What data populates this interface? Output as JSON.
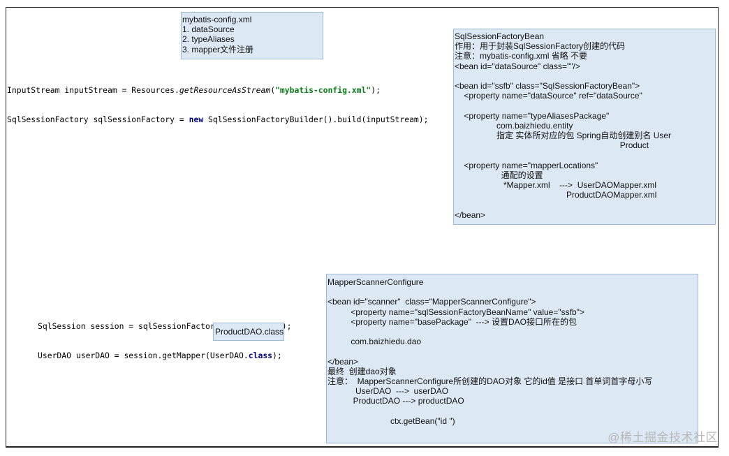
{
  "mybatis_note": {
    "lines": [
      "mybatis-config.xml",
      "1. dataSource",
      "2. typeAliases",
      "3. mapper文件注册"
    ]
  },
  "code_top": {
    "line1": {
      "prefix": "InputStream inputStream = Resources.",
      "method": "getResourceAsStream",
      "open": "(",
      "string": "\"mybatis-config.xml\"",
      "close": ");"
    },
    "line2": {
      "prefix": "SqlSessionFactory sqlSessionFactory = ",
      "keyword": "new",
      "suffix": " SqlSessionFactoryBuilder().build(inputStream);"
    }
  },
  "ssfb_note": {
    "lines": [
      "SqlSessionFactoryBean",
      "作用：用于封装SqlSessionFactory创建的代码",
      "注意：mybatis-config.xml 省略 不要",
      "<bean id=\"dataSource\" class=\"\"/>",
      "",
      "<bean id=\"ssfb\" class=\"SqlSessionFactoryBean\">",
      "    <property name=\"dataSource\" ref=\"dataSource\"",
      "",
      "    <property name=\"typeAliasesPackage\"",
      "                  com.baizhiedu.entity",
      "                  指定 实体所对应的包 Spring自动创建别名 User",
      "                                                                       Product",
      "",
      "    <property name=\"mapperLocations\"",
      "                    通配的设置",
      "                     *Mapper.xml    --->  UserDAOMapper.xml",
      "                                                ProductDAOMapper.xml",
      "",
      "</bean>"
    ]
  },
  "code_bottom": {
    "line1": "SqlSession session = sqlSessionFactory.openSession();",
    "line2": {
      "prefix": "UserDAO userDAO = session.getMapper(UserDAO.",
      "keyword": "class",
      "suffix": ");"
    }
  },
  "product_note": {
    "text": "ProductDAO.class"
  },
  "scanner_note": {
    "lines": [
      "MapperScannerConfigure",
      "",
      "<bean id=\"scanner\"  class=\"MapperScannerConfigure\">",
      "          <property name=\"sqlSessionFactoryBeanName\" value=\"ssfb\">",
      "          <property name=\"basePackage\"  ---> 设置DAO接口所在的包",
      "",
      "          com.baizhiedu.dao",
      "",
      "</bean>",
      "最终  创建dao对象",
      "注意：  MapperScannerConfigure所创建的DAO对象 它的id值 是接口 首单词首字母小写",
      "            UserDAO  --->  userDAO",
      "           ProductDAO ---> productDAO",
      "",
      "                           ctx.getBean(\"id \")"
    ]
  },
  "watermark": "@稀土掘金技术社区"
}
